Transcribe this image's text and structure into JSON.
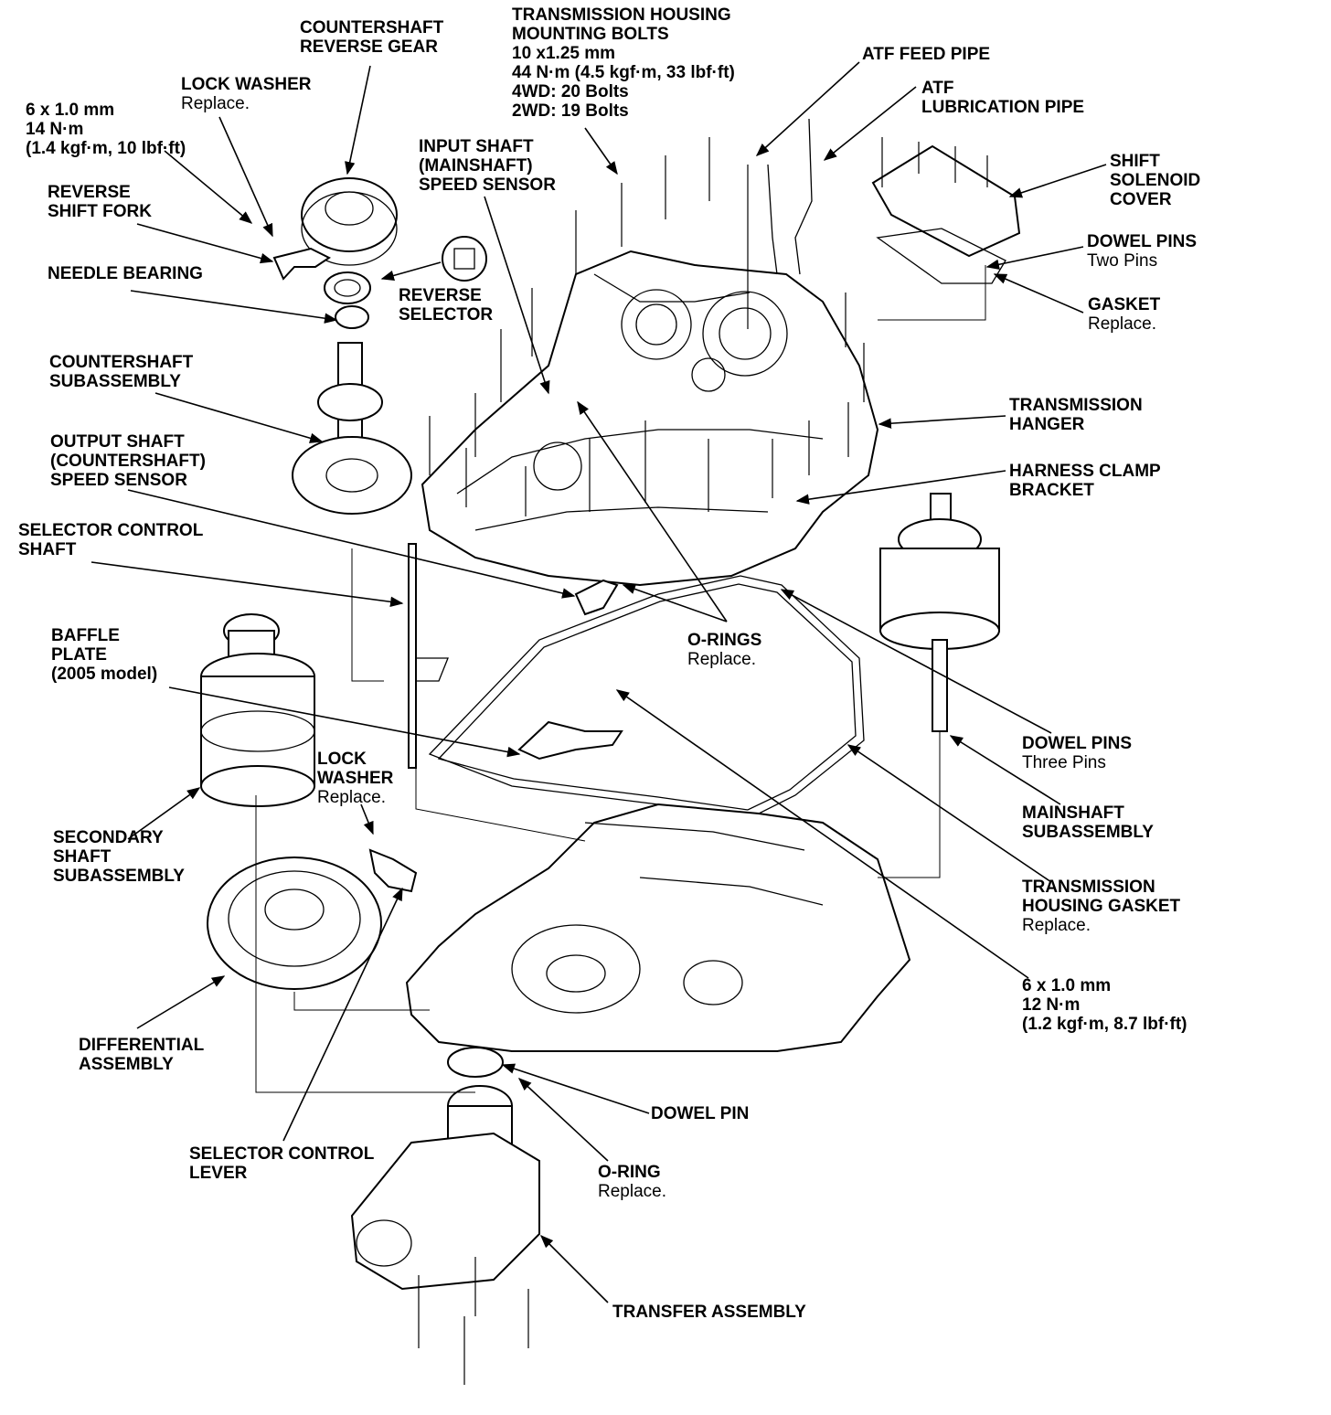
{
  "callouts": {
    "countershaft_reverse_gear": [
      "COUNTERSHAFT",
      "REVERSE GEAR"
    ],
    "housing_bolts": [
      "TRANSMISSION HOUSING",
      "MOUNTING BOLTS",
      "10 x1.25 mm",
      "44 N·m (4.5 kgf·m, 33 lbf·ft)",
      "4WD: 20 Bolts",
      "2WD: 19 Bolts"
    ],
    "atf_feed_pipe": [
      "ATF FEED PIPE"
    ],
    "atf_lubrication_pipe": [
      "ATF",
      "LUBRICATION PIPE"
    ],
    "lock_washer_top": {
      "title": "LOCK WASHER",
      "note": "Replace."
    },
    "bolt_6x1_top": [
      "6 x 1.0 mm",
      "14 N·m",
      "(1.4 kgf·m, 10 lbf·ft)"
    ],
    "input_shaft_sensor": [
      "INPUT SHAFT",
      "(MAINSHAFT)",
      "SPEED SENSOR"
    ],
    "shift_solenoid_cover": [
      "SHIFT",
      "SOLENOID",
      "COVER"
    ],
    "dowel_pins_two": {
      "title": "DOWEL PINS",
      "note": "Two Pins"
    },
    "reverse_shift_fork": [
      "REVERSE",
      "SHIFT FORK"
    ],
    "needle_bearing": [
      "NEEDLE BEARING"
    ],
    "reverse_selector": [
      "REVERSE",
      "SELECTOR"
    ],
    "gasket": {
      "title": "GASKET",
      "note": "Replace."
    },
    "countershaft_subassembly": [
      "COUNTERSHAFT",
      "SUBASSEMBLY"
    ],
    "transmission_hanger": [
      "TRANSMISSION",
      "HANGER"
    ],
    "output_shaft_sensor": [
      "OUTPUT SHAFT",
      "(COUNTERSHAFT)",
      "SPEED SENSOR"
    ],
    "harness_clamp_bracket": [
      "HARNESS CLAMP",
      "BRACKET"
    ],
    "selector_control_shaft": [
      "SELECTOR CONTROL",
      "SHAFT"
    ],
    "baffle_plate": [
      "BAFFLE",
      "PLATE",
      "(2005 model)"
    ],
    "o_rings": {
      "title": "O-RINGS",
      "note": "Replace."
    },
    "dowel_pins_three": {
      "title": "DOWEL PINS",
      "note": "Three Pins"
    },
    "lock_washer_mid": {
      "title": [
        "LOCK",
        "WASHER"
      ],
      "note": "Replace."
    },
    "secondary_shaft": [
      "SECONDARY",
      "SHAFT",
      "SUBASSEMBLY"
    ],
    "mainshaft_subassembly": [
      "MAINSHAFT",
      "SUBASSEMBLY"
    ],
    "housing_gasket": {
      "title": [
        "TRANSMISSION",
        "HOUSING GASKET"
      ],
      "note": "Replace."
    },
    "bolt_6x1_bottom": [
      "6 x 1.0 mm",
      "12 N·m",
      "(1.2 kgf·m, 8.7 lbf·ft)"
    ],
    "differential_assembly": [
      "DIFFERENTIAL",
      "ASSEMBLY"
    ],
    "dowel_pin": [
      "DOWEL PIN"
    ],
    "selector_control_lever": [
      "SELECTOR CONTROL",
      "LEVER"
    ],
    "o_ring": {
      "title": "O-RING",
      "note": "Replace."
    },
    "transfer_assembly": [
      "TRANSFER ASSEMBLY"
    ]
  }
}
